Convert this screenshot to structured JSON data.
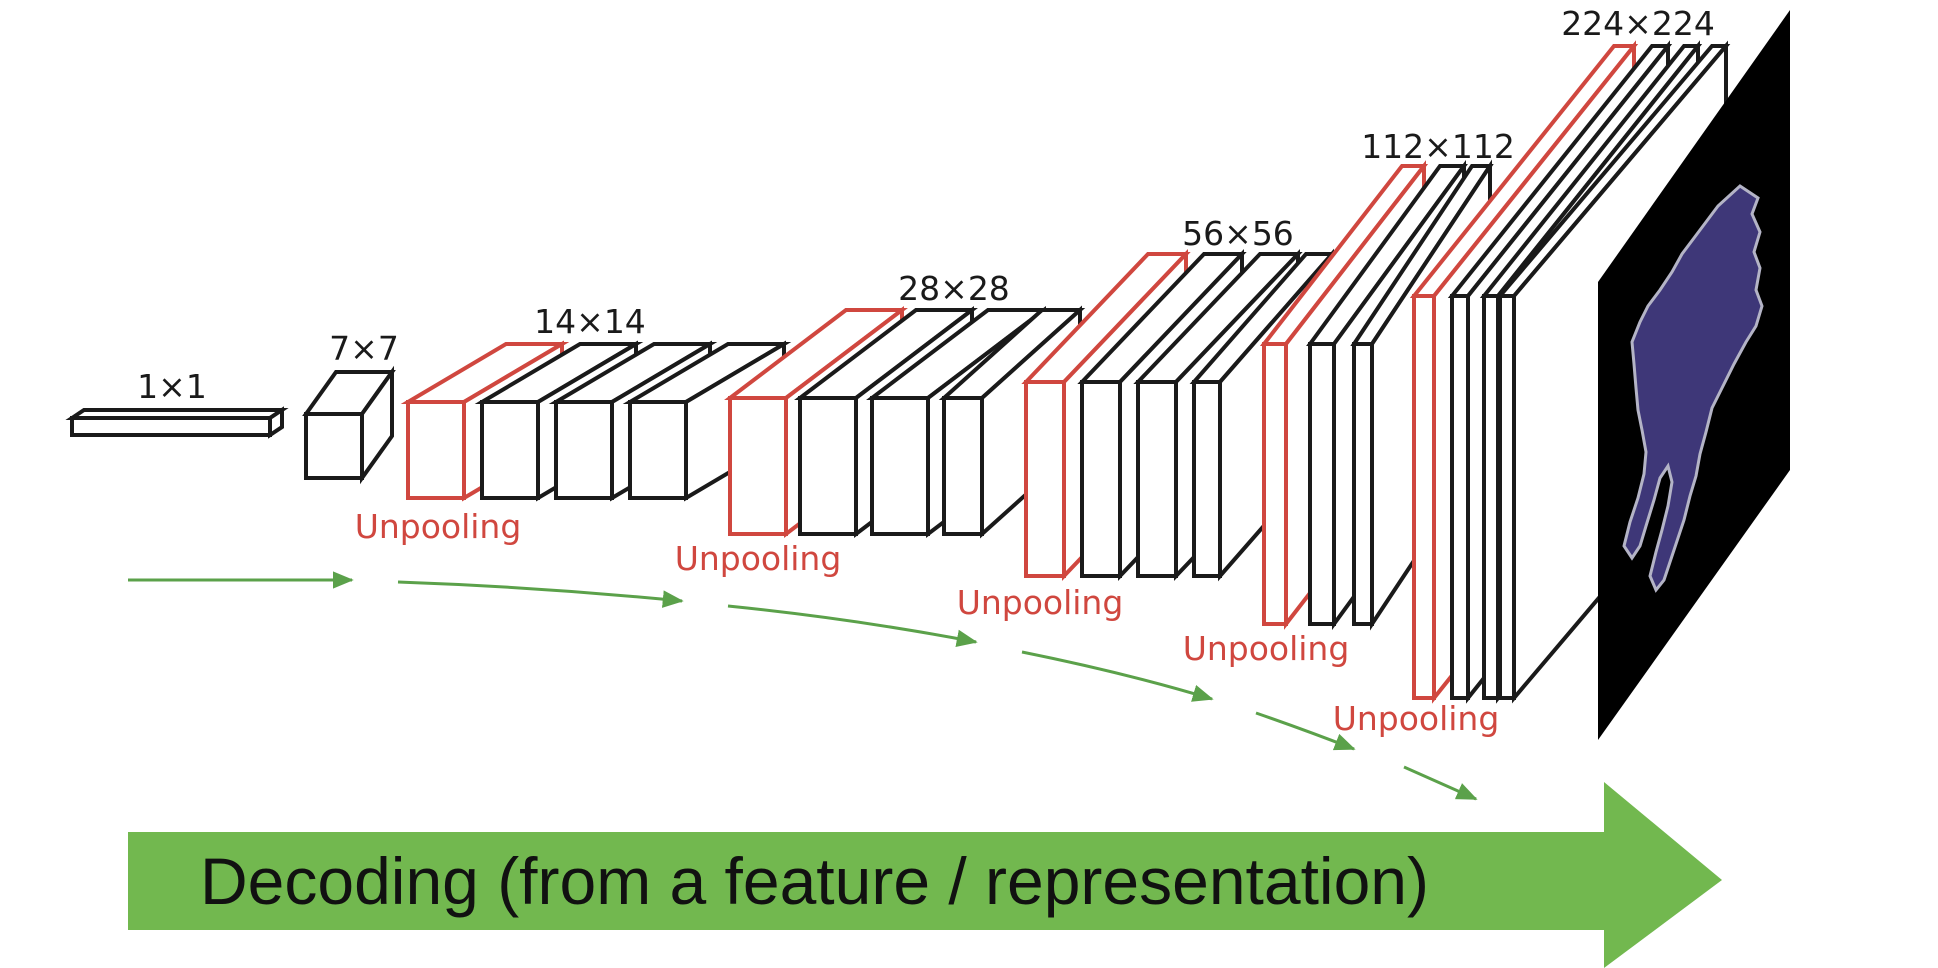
{
  "size_labels": [
    "1×1",
    "7×7",
    "14×14",
    "28×28",
    "56×56",
    "112×112",
    "224×224"
  ],
  "unpooling_labels": [
    "Unpooling",
    "Unpooling",
    "Unpooling",
    "Unpooling",
    "Unpooling"
  ],
  "banner": {
    "text": "Decoding (from a feature / representation)"
  },
  "colors": {
    "unpooling_layer": "#d0473f",
    "conv_layer": "#1a1a1a",
    "flow_arrow": "#5ba14a",
    "banner": "#72b84f",
    "output_background": "#000000",
    "output_silhouette": "#3e3778"
  }
}
